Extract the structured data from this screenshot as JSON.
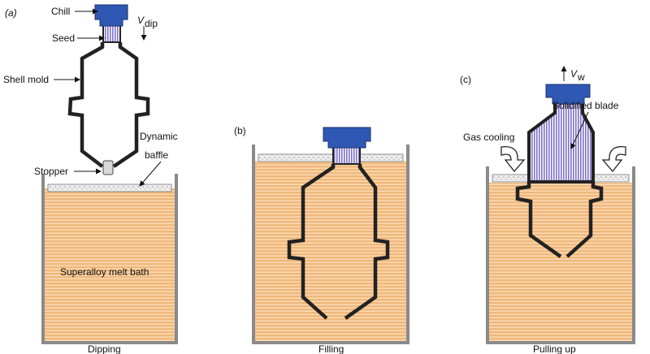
{
  "panels": {
    "a": {
      "tag": "(a)",
      "caption": "Dipping",
      "labels": {
        "chill": "Chill",
        "seed": "Seed",
        "velocity": "V",
        "velocity_sub": "dip",
        "shell_mold": "Shell mold",
        "dynamic": "Dynamic",
        "baffle": "baffle",
        "stopper": "Stopper",
        "bath": "Superalloy melt bath"
      }
    },
    "b": {
      "tag": "(b)",
      "caption": "Filling"
    },
    "c": {
      "tag": "(c)",
      "caption": "Pulling up",
      "labels": {
        "velocity": "V",
        "velocity_sub": "w",
        "solidified_blade": "Solidified blade",
        "gas_cooling": "Gas cooling"
      }
    }
  },
  "colors": {
    "melt": "#f0b87a",
    "melt_stripe": "#fde3c6",
    "chill": "#2f58b4",
    "seed": "#9a92d8",
    "mold": "#222222",
    "crucible": "#8a8a8a",
    "baffle": "#e4e4e4"
  }
}
